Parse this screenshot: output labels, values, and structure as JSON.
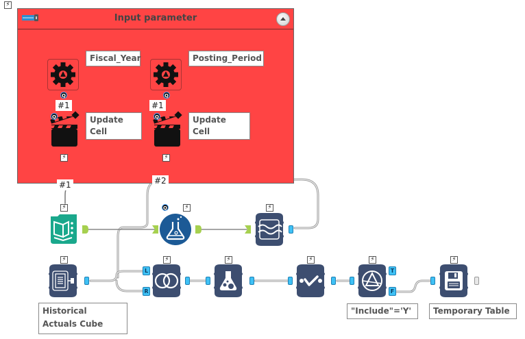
{
  "canvas": {
    "top_left_icon": "lightning-bolt-icon",
    "bolt_glyph": "⚡"
  },
  "container": {
    "title": "Input parameter",
    "toggle_icon": "container-toggle-icon",
    "collapse_icon": "collapse-up-icon",
    "color": "#ff4444"
  },
  "interface_tools": [
    {
      "name": "Fiscal_Year",
      "icon": "control-parameter-gear-icon",
      "badge": "Q",
      "connection_label": "#1"
    },
    {
      "name": "Posting_Period",
      "icon": "control-parameter-gear-icon",
      "badge": "Q",
      "connection_label": "#1"
    }
  ],
  "action_tools": [
    {
      "name": "Update Cell",
      "icon": "action-clapperboard-icon",
      "badge": "Q",
      "output_label": "#1"
    },
    {
      "name": "Update Cell",
      "icon": "action-clapperboard-icon",
      "badge": "Q",
      "output_label": "#2"
    }
  ],
  "workflow_tools": [
    {
      "id": "text-input",
      "icon": "text-input-book-icon",
      "color": "#1aa88c"
    },
    {
      "id": "formula-main",
      "icon": "formula-flask-icon",
      "color": "#1c5a96",
      "badge": "Q"
    },
    {
      "id": "data-cleansing",
      "icon": "wave-icon",
      "color": "#3d4e70"
    },
    {
      "id": "historical-input",
      "icon": "input-data-icon",
      "color": "#3d4e70",
      "annotation": "Historical Actuals Cube"
    },
    {
      "id": "join",
      "icon": "join-circles-icon",
      "color": "#3d4e70",
      "anchors": [
        "L",
        "R"
      ]
    },
    {
      "id": "formula",
      "icon": "formula-flask-icon",
      "color": "#3d4e70"
    },
    {
      "id": "select",
      "icon": "select-check-icon",
      "color": "#3d4e70"
    },
    {
      "id": "filter",
      "icon": "filter-triangle-icon",
      "color": "#3d4e70",
      "anchors": [
        "T",
        "F"
      ],
      "annotation": "\"Include\"='Y'"
    },
    {
      "id": "output",
      "icon": "output-floppy-icon",
      "color": "#3d4e70",
      "annotation": "Temporary Table"
    }
  ],
  "colors": {
    "navy_tool": "#3d4e70",
    "anchor_blue": "#3fc1f5",
    "anchor_green": "#a6d04f",
    "wire": "#aaaaaa"
  }
}
